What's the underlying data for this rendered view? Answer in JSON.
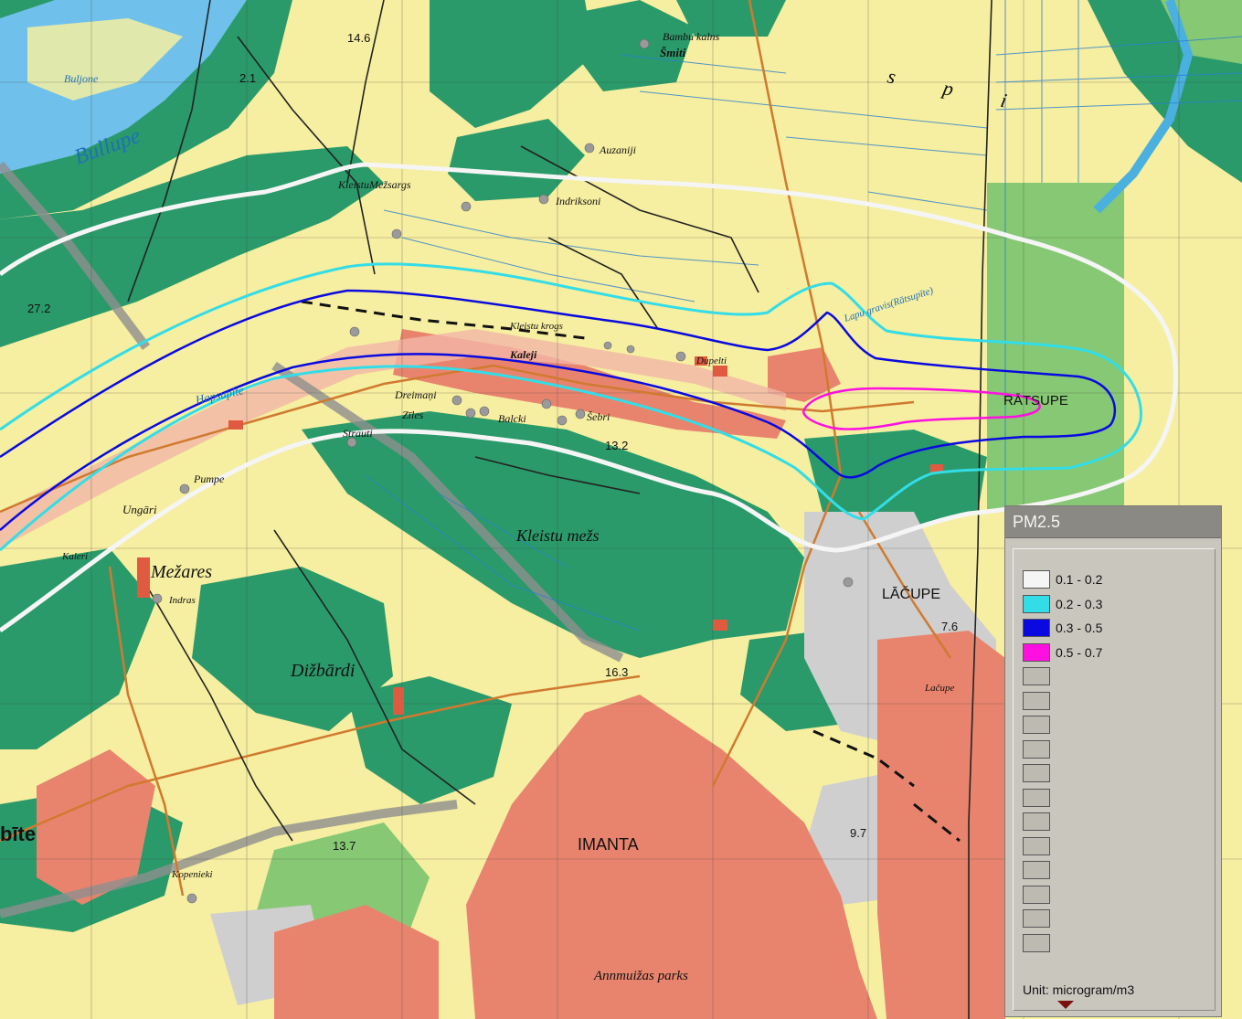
{
  "map": {
    "place_labels": {
      "bullupe": "Bullupe",
      "buljone": "Buljone",
      "bambu_kalns": "Bambu kalns",
      "smiti": "Šmiti",
      "auzaniji": "Auzaniji",
      "kleistu_mezsargs": "KleistuMežsargs",
      "indriksoni": "Indriksoni",
      "kleistu_krogs": "Kleistu krogs",
      "kaleji": "Kaleji",
      "dupelti": "Dupelti",
      "dreimani": "Dreimaņi",
      "ziles": "Zīles",
      "balcki": "Balcki",
      "sebri": "Šebri",
      "strauti": "Strauti",
      "pumpe": "Pumpe",
      "ungari": "Ungāri",
      "kaleri": "Kaleri",
      "mezares": "Mežares",
      "indras": "Indras",
      "kleistu_mezs": "Kleistu mežs",
      "dizbardi": "Dižbārdi",
      "imanta": "IMANTA",
      "lacupe": "LĀČUPE",
      "lacupe_small": "Lačupe",
      "ratsupe": "RĀTSUPE",
      "kopenieki": "Kopenieki",
      "bite": "bīte",
      "annas_park": "Annmuižas parks",
      "spilve": "s p i",
      "ratsupite": "Lapu gravis(Rātsupīte)",
      "hapsupite": "Hapsupite"
    },
    "elevations": {
      "e1": "14.6",
      "e2": "2.1",
      "e3": "27.2",
      "e4": "13.2",
      "e5": "7.6",
      "e6": "16.3",
      "e7": "9.7",
      "e8": "13.7"
    }
  },
  "legend": {
    "title": "PM2.5",
    "entries": [
      {
        "range": "0.1 - 0.2",
        "color": "#f5f5f5"
      },
      {
        "range": "0.2 - 0.3",
        "color": "#33dde8"
      },
      {
        "range": "0.3 - 0.5",
        "color": "#0a0ae0"
      },
      {
        "range": "0.5 - 0.7",
        "color": "#ff10e0"
      }
    ],
    "empty_slots": 12,
    "unit": "Unit: microgram/m3"
  },
  "colors": {
    "forest": "#2a9a6a",
    "field": "#f6eea0",
    "urban": "#e8846e",
    "water": "#4ab0e0",
    "meadow": "#86c873"
  }
}
